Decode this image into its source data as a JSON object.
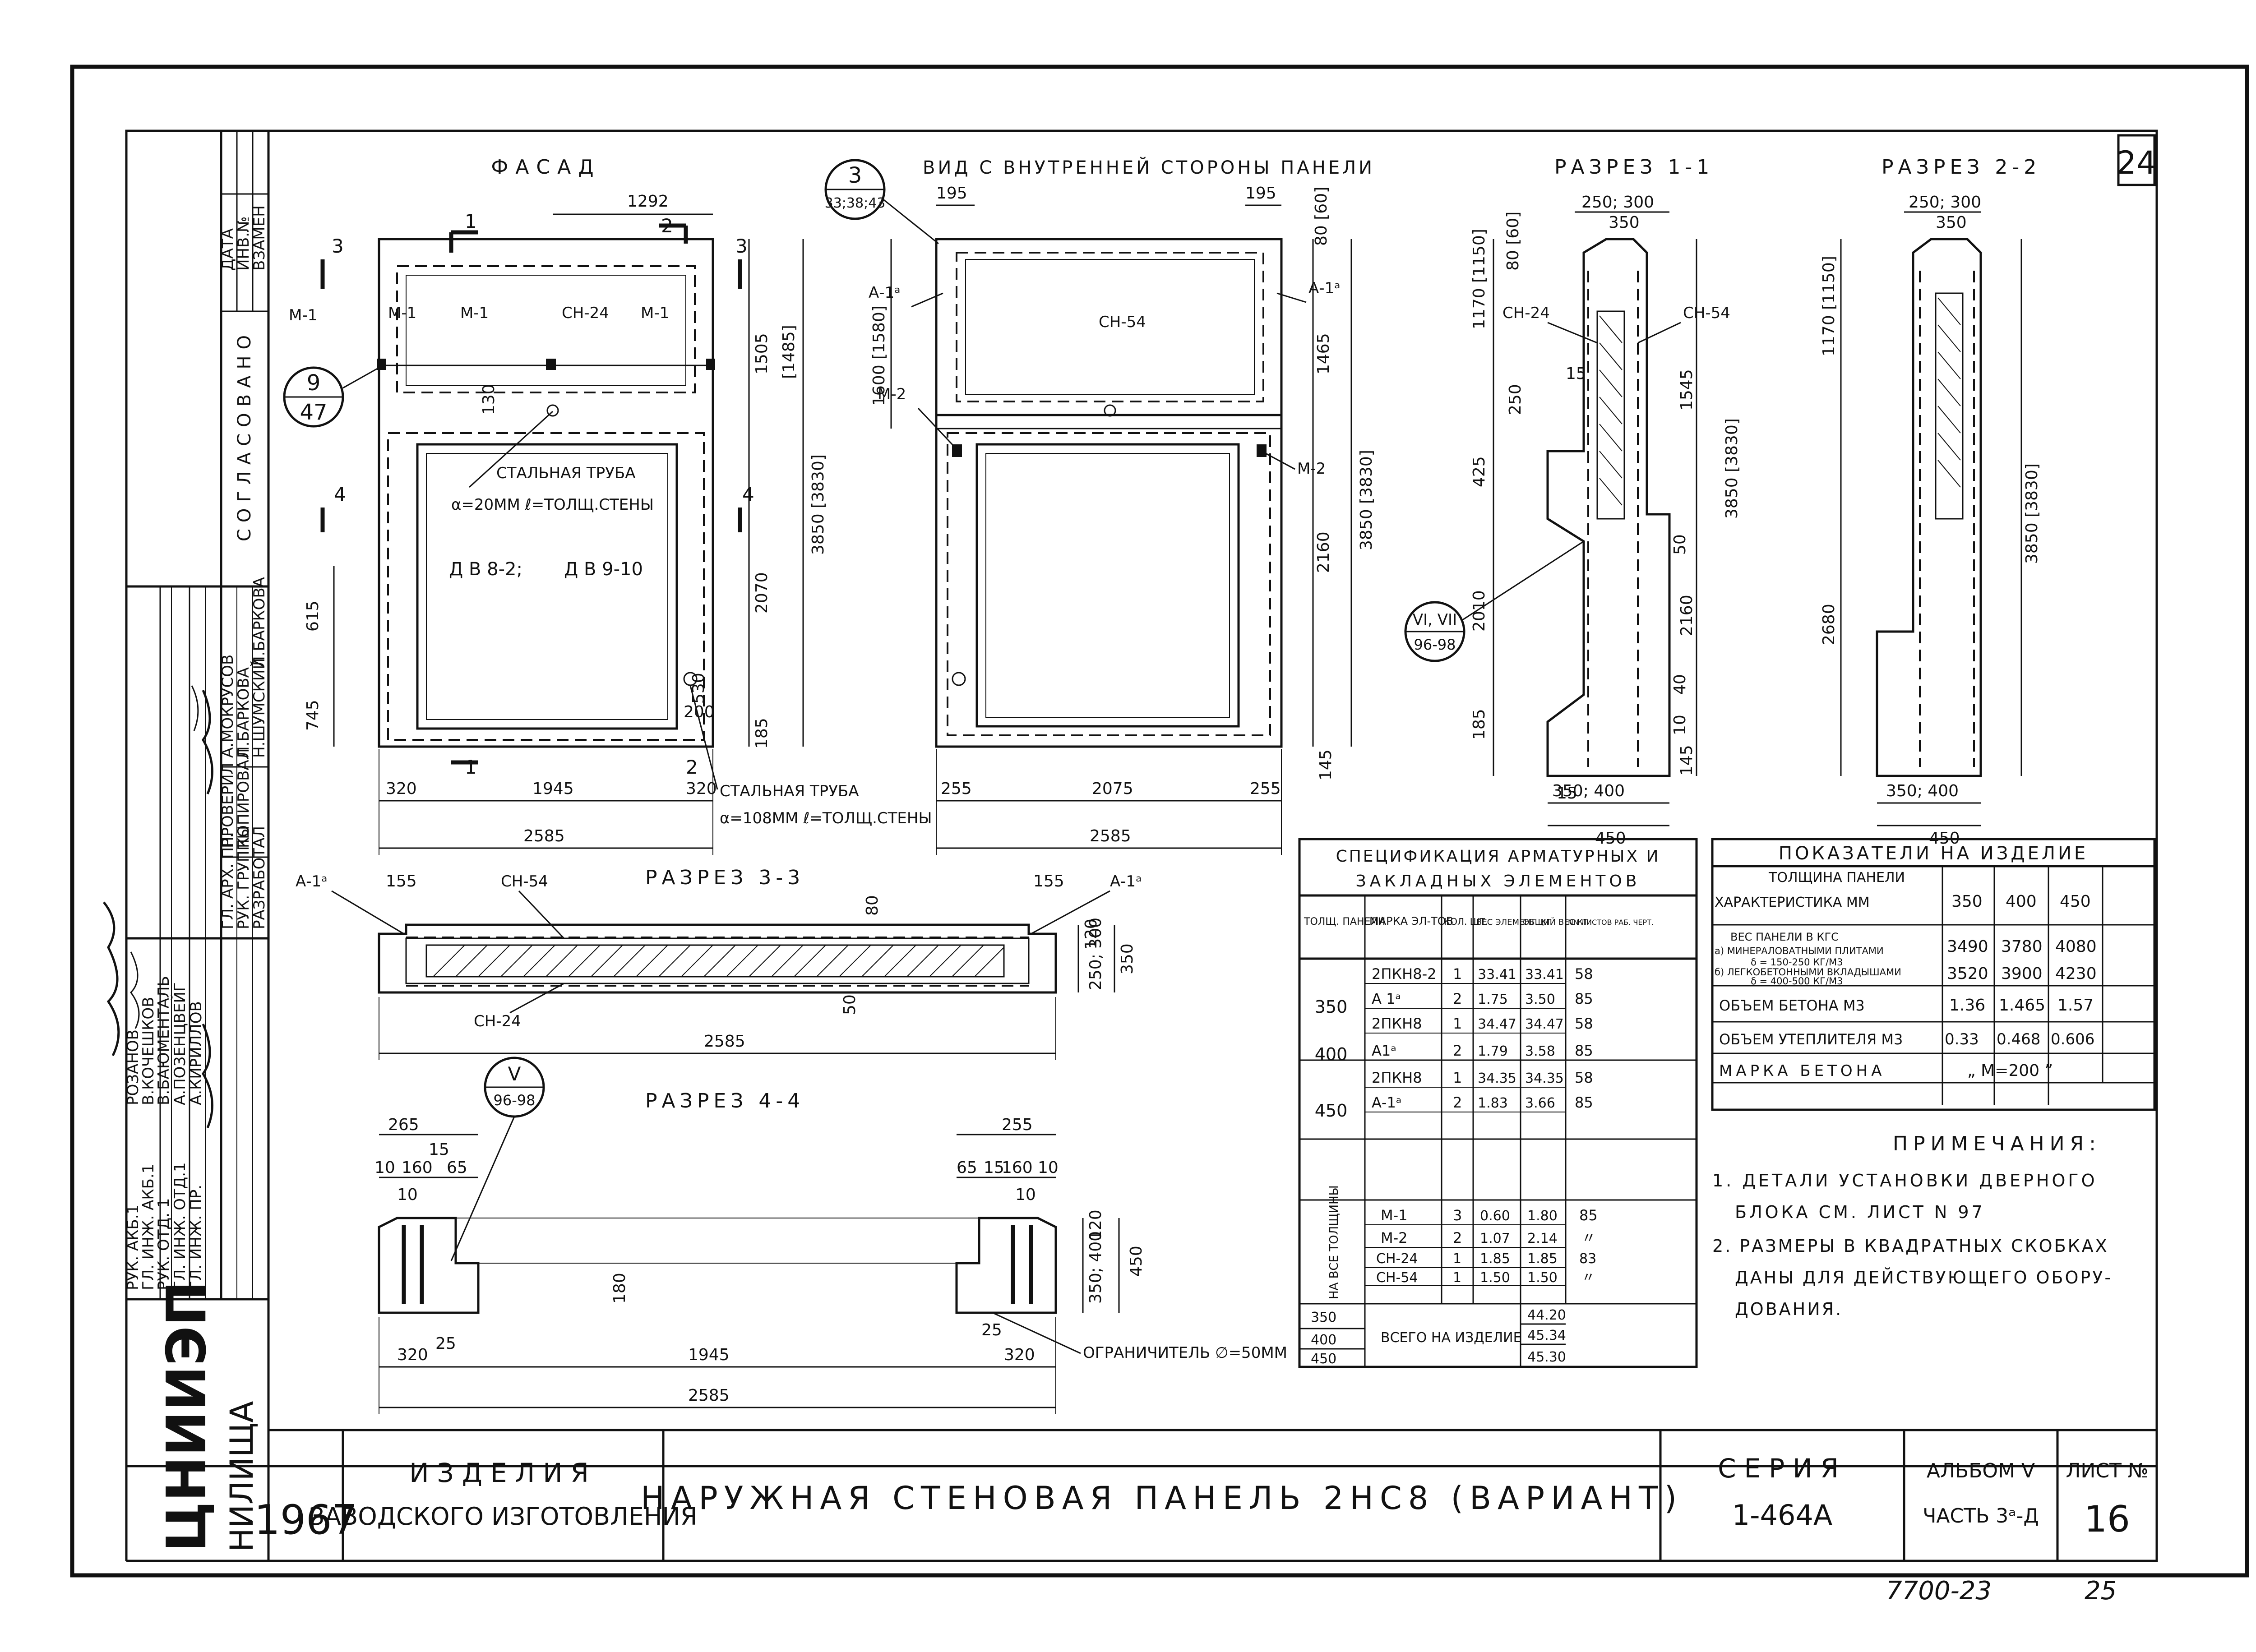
{
  "sheet": {
    "corner_number": "24",
    "bottom_code": "7700-23",
    "bottom_page": "25"
  },
  "views": {
    "facade": {
      "title": "ФАСАД",
      "labels": [
        "М-1",
        "СН-24",
        "М-1",
        "М-1",
        "СТАЛЬНАЯ ТРУБА",
        "α=20ММ ℓ=ТОЛЩ.СТЕНЫ",
        "Д В 8-2;",
        "Д В 9-10",
        "СТАЛЬНАЯ ТРУБА",
        "α=108ММ ℓ=ТОЛЩ.СТЕНЫ"
      ],
      "callout_top": "9",
      "callout_bottom": "47",
      "dims": {
        "top": "1292",
        "d1505": "1505",
        "d1485": "[1485]",
        "d2070": "2070",
        "d3850": "3850 [3830]",
        "d615": "615",
        "d745": "745",
        "d130": "130",
        "d530": "530",
        "d200": "200",
        "d185": "185",
        "b320a": "320",
        "b1945": "1945",
        "b320b": "320",
        "b2585": "2585"
      },
      "section_marks": [
        "1",
        "1",
        "2",
        "2",
        "3",
        "3",
        "4",
        "4"
      ]
    },
    "interior": {
      "title": "ВИД С ВНУТРЕННЕЙ СТОРОНЫ ПАНЕЛИ",
      "callout_top": "3",
      "callout_bottom": "33;38;43",
      "labels": [
        "А-1ᵃ",
        "А-1ᵃ",
        "СН-54",
        "М-2",
        "М-2"
      ],
      "dims": {
        "t195a": "195",
        "t195b": "195",
        "d1600": "1600 [1580]",
        "d80": "80 [60]",
        "d1465": "1465",
        "d3850": "3850 [3830]",
        "d2160": "2160",
        "d145": "145",
        "b255a": "255",
        "b2075": "2075",
        "b255b": "255",
        "b2585": "2585"
      }
    },
    "section11": {
      "title": "РАЗРЕЗ 1-1",
      "labels": [
        "СН-24",
        "СН-54"
      ],
      "callout_top": "VI, VII",
      "callout_bottom": "96-98",
      "dims": {
        "t": "250; 300",
        "t350": "350",
        "d80": "80 [60]",
        "d1170": "1170 [1150]",
        "d250": "250",
        "d15": "15",
        "d425": "425",
        "d1545": "1545",
        "d3850": "3850 [3830]",
        "d2010": "2010",
        "d2160": "2160",
        "d50": "50",
        "d185": "185",
        "d40": "40",
        "d10": "10",
        "d145": "145",
        "b1": "350; 400",
        "b2": "450"
      }
    },
    "section22": {
      "title": "РАЗРЕЗ 2-2",
      "dims": {
        "t": "250; 300",
        "t350": "350",
        "d1170": "1170 [1150]",
        "d2680": "2680",
        "d3850": "3850 [3830]",
        "b1": "350; 400",
        "b2": "450"
      }
    },
    "section33": {
      "title": "РАЗРЕЗ 3-3",
      "labels": [
        "А-1ᵃ",
        "СН-54",
        "А-1ᵃ",
        "СН-24"
      ],
      "dims": {
        "l155": "155",
        "r155": "155",
        "d80": "80",
        "d50": "50",
        "d120": "120",
        "d250": "250; 300",
        "d350": "350",
        "b2585": "2585"
      }
    },
    "section44": {
      "title": "РАЗРЕЗ 4-4",
      "callout_top": "V",
      "callout_bottom": "96-98",
      "labels": [
        "ОГРАНИЧИТЕЛЬ ∅=50ММ"
      ],
      "dims": {
        "l265": "265",
        "r255": "255",
        "l15": "15",
        "l10": "10",
        "l160": "160",
        "l65": "65",
        "r65": "65",
        "r15": "15",
        "r160": "160",
        "r10": "10",
        "lb10": "10",
        "rb10": "10",
        "d180": "180",
        "d120": "120",
        "d350": "350; 400",
        "d450": "450",
        "l320": "320",
        "l25": "25",
        "m1945": "1945",
        "r25": "25",
        "r320": "320",
        "b2585": "2585"
      }
    }
  },
  "spec_table": {
    "title_line1": "СПЕЦИФИКАЦИЯ АРМАТУРНЫХ И",
    "title_line2": "ЗАКЛАДНЫХ ЭЛЕМЕНТОВ",
    "headers": [
      "ТОЛЩ. ПАНЕЛИ",
      "МАРКА ЭЛ-ТОВ",
      "КОЛ. ШТ.",
      "ВЕС ЭЛЕМЕНТ. КГ",
      "ОБЩИЙ ВЕС КГ",
      "NN ЛИСТОВ РАБ. ЧЕРТ."
    ],
    "groups": [
      {
        "thickness": "350",
        "rows": [
          [
            "2ПКН8-2",
            "1",
            "33.41",
            "33.41",
            "58"
          ],
          [
            "А 1ᵃ",
            "2",
            "1.75",
            "3.50",
            "85"
          ]
        ]
      },
      {
        "thickness": "400",
        "rows": [
          [
            "2ПКН8",
            "1",
            "34.47",
            "34.47",
            "58"
          ],
          [
            "А1ᵃ",
            "2",
            "1.79",
            "3.58",
            "85"
          ]
        ]
      },
      {
        "thickness": "450",
        "rows": [
          [
            "2ПКН8",
            "1",
            "34.35",
            "34.35",
            "58"
          ],
          [
            "А-1ᵃ",
            "2",
            "1.83",
            "3.66",
            "85"
          ]
        ]
      }
    ],
    "all_label": "НА ВСЕ ТОЛЩИНЫ",
    "all_rows": [
      [
        "М-1",
        "3",
        "0.60",
        "1.80",
        "85"
      ],
      [
        "М-2",
        "2",
        "1.07",
        "2.14",
        "〃"
      ],
      [
        "СН-24",
        "1",
        "1.85",
        "1.85",
        "83"
      ],
      [
        "СН-54",
        "1",
        "1.50",
        "1.50",
        "〃"
      ]
    ],
    "total_label": "ВСЕГО НА ИЗДЕЛИЕ",
    "totals": [
      [
        "350",
        "44.20"
      ],
      [
        "400",
        "45.34"
      ],
      [
        "450",
        "45.30"
      ]
    ]
  },
  "indicators_table": {
    "title": "ПОКАЗАТЕЛИ НА ИЗДЕЛИЕ",
    "col_header_a": "ТОЛЩИНА ПАНЕЛИ",
    "col_header_b": "ХАРАКТЕРИСТИКА   ММ",
    "cols": [
      "350",
      "400",
      "450"
    ],
    "rows": [
      {
        "label1": "ВЕС ПАНЕЛИ В КГС",
        "label2": "a) МИНЕРАЛОВАТНЫМИ ПЛИТАМИ",
        "label3": "δ = 150-250 КГ/М3",
        "values": [
          "3490",
          "3780",
          "4080"
        ]
      },
      {
        "label1": "б) ЛЕГКОБЕТОННЫМИ ВКЛАДЫШАМИ",
        "label2": "δ = 400-500 КГ/М3",
        "label3": "",
        "values": [
          "3520",
          "3900",
          "4230"
        ]
      },
      {
        "label1": "ОБЪЕМ БЕТОНА  М3",
        "label2": "",
        "label3": "",
        "values": [
          "1.36",
          "1.465",
          "1.57"
        ]
      },
      {
        "label1": "ОБЪЕМ УТЕПЛИТЕЛЯ М3",
        "label2": "",
        "label3": "",
        "values": [
          "0.33",
          "0.468",
          "0.606"
        ]
      }
    ],
    "concrete_label": "МАРКА БЕТОНА",
    "concrete_value": "„ М=200 ”"
  },
  "notes": {
    "title": "ПРИМЕЧАНИЯ:",
    "items": [
      "1. ДЕТАЛИ УСТАНОВКИ ДВЕРНОГО",
      "БЛОКА СМ. ЛИСТ N 97",
      "2. РАЗМЕРЫ В КВАДРАТНЫХ СКОБКАХ",
      "ДАНЫ ДЛЯ ДЕЙСТВУЮЩЕГО ОБОРУ-",
      "ДОВАНИЯ."
    ]
  },
  "title_block": {
    "org": "ЦНИИЭП",
    "org_sub": "НИЛИЩА",
    "year": "1967",
    "product_line1": "ИЗДЕЛИЯ",
    "product_line2": "ЗАВОДСКОГО ИЗГОТОВЛЕНИЯ",
    "title": "НАРУЖНАЯ СТЕНОВАЯ ПАНЕЛЬ 2НС8 (ВАРИАНТ)",
    "series_label": "СЕРИЯ",
    "series_value": "1-464А",
    "album_line1": "АЛЬБОМ V",
    "album_line2": "ЧАСТЬ 3ᵃ-Д",
    "sheet_label": "ЛИСТ №",
    "sheet_value": "16"
  },
  "side_stamp": {
    "agreed": "СОГЛАСОВАНО",
    "top_cols": [
      "ДАТА",
      "ИНВ.№",
      "ВЗАМЕН"
    ],
    "roles": [
      "РУК. АКБ.1",
      "ГЛ. ИНЖ. АКБ.1",
      "РУК. ОТД. 1",
      "ГЛ. ИНЖ. ОТД.1",
      "ГЛ. ИНЖ. ПР."
    ],
    "roles2": [
      "ГЛ. АРХ. ПР.",
      "РУК. ГРУППЫ",
      "РАЗРАБОТАЛ",
      "ПРОВЕРИЛ",
      "КОПИРОВАЛ"
    ],
    "names": [
      "РОЗАНОВ",
      "В.КОЧЕШКОВ",
      "В.БАЮМЕНТАЛЬ",
      "А.ПОЗЕНЦВЕЙГ",
      "А.КИРИЛЛОВ"
    ],
    "names2": [
      "А.МОКРУСОВ",
      "Л.БАРКОВА",
      "Н.ШУМСКИЙ",
      "Л.БАРКОВА"
    ]
  }
}
